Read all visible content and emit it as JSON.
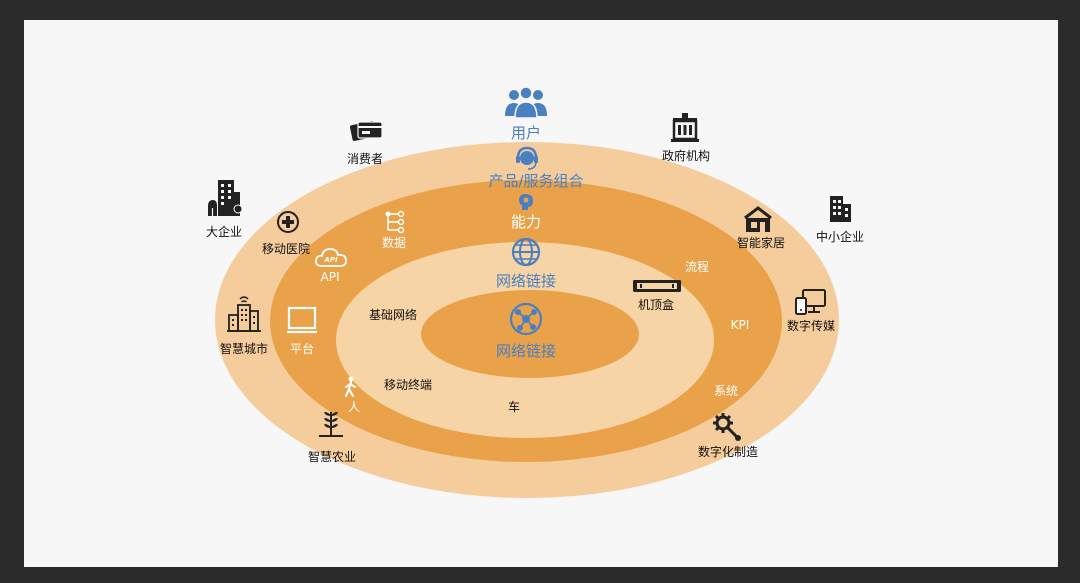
{
  "rings": {
    "outer": {
      "top_label": "产品/服务组合",
      "items": [
        "消费者",
        "政府机构",
        "大企业",
        "中小企业",
        "智慧城市",
        "数字传媒",
        "智慧农业",
        "数字化制造"
      ]
    },
    "middle": {
      "top_label": "能力",
      "items": [
        "移动医院",
        "数据",
        "API",
        "平台",
        "人",
        "智能家居",
        "流程",
        "KPI",
        "系统"
      ]
    },
    "inner": {
      "top_label": "网络链接",
      "items": [
        "基础网络",
        "机顶盒",
        "移动终端",
        "车"
      ]
    },
    "core": {
      "label": "网络链接"
    }
  },
  "top_node": {
    "label": "用户"
  },
  "colors": {
    "outer_ring": "#f5cd9c",
    "middle_ring": "#e9a24a",
    "inner_ring": "#f7d4a5",
    "core": "#e9a24a",
    "accent_blue": "#4a7fc1",
    "background": "#f7f7f7",
    "frame": "#2b2b2b"
  },
  "icons": {
    "users": "users-icon",
    "headset": "headset-icon",
    "brain": "brain-icon",
    "globe": "globe-icon",
    "network": "network-hub-icon"
  }
}
